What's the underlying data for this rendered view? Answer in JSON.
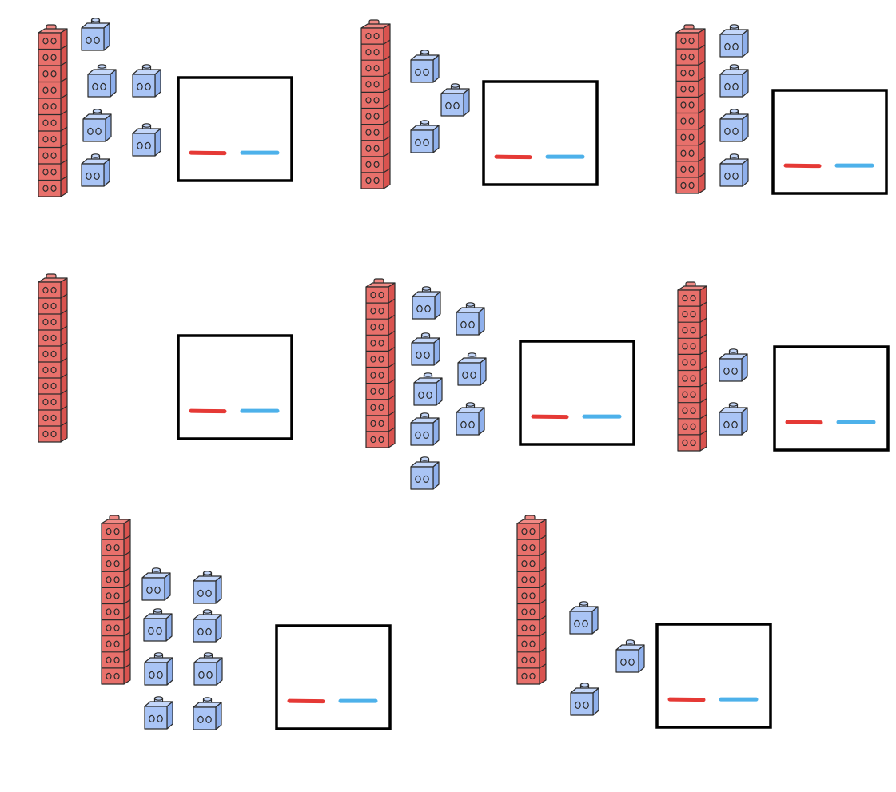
{
  "colors": {
    "tens_rod_front": "#e8706b",
    "tens_rod_side": "#d9534f",
    "tens_rod_top": "#f08a85",
    "ones_cube_front": "#a9c4f5",
    "ones_cube_side": "#8fb0ec",
    "ones_cube_top": "#c4d7fa",
    "tens_answer_line": "#e53935",
    "ones_answer_line": "#4db1ea",
    "box_border": "#000000"
  },
  "icons": {
    "ten_rod": "ten-rod-icon",
    "unit_cube": "unit-cube-icon"
  },
  "problems": [
    {
      "tens": 1,
      "ones": 6
    },
    {
      "tens": 1,
      "ones": 3
    },
    {
      "tens": 1,
      "ones": 4
    },
    {
      "tens": 1,
      "ones": 0
    },
    {
      "tens": 1,
      "ones": 8
    },
    {
      "tens": 1,
      "ones": 2
    },
    {
      "tens": 1,
      "ones": 8
    },
    {
      "tens": 1,
      "ones": 3
    }
  ]
}
